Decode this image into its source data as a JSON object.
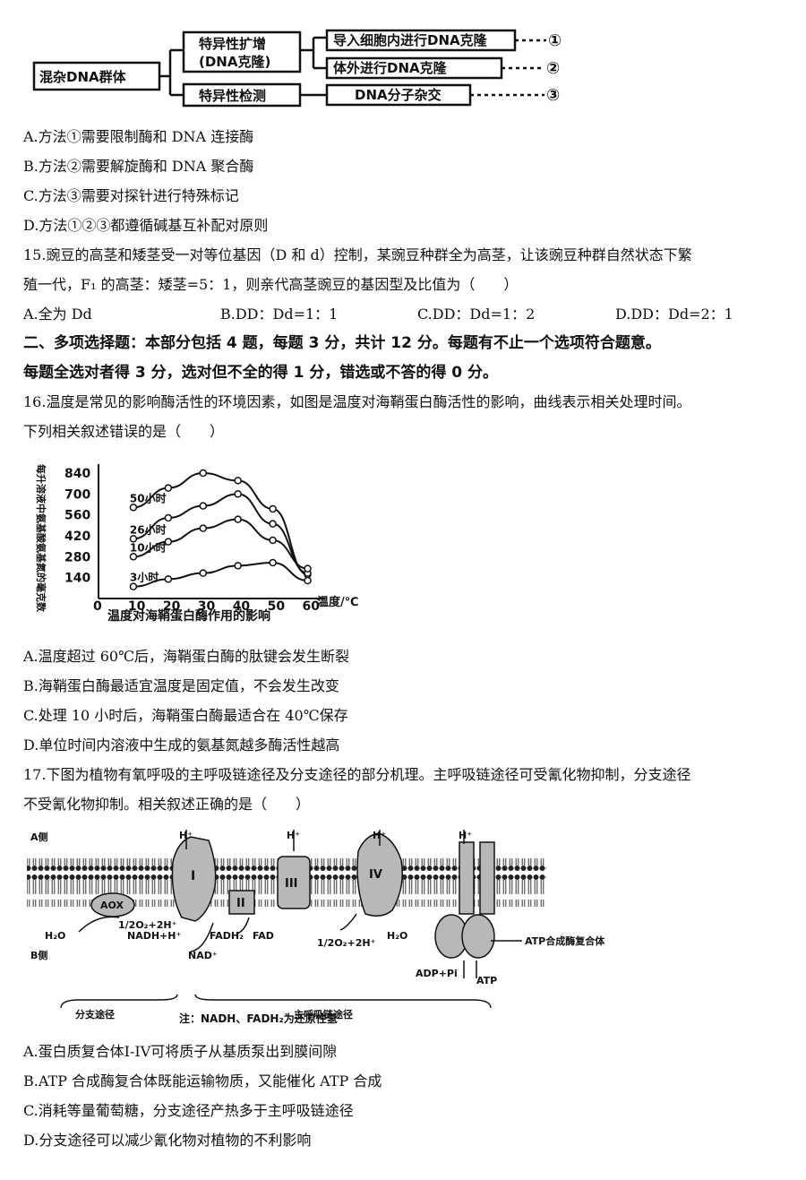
{
  "diagram_top": {
    "root": "混杂DNA群体",
    "branch1": "特异性扩增",
    "branch1_sub": "(DNA克隆)",
    "branch2": "特异性检测",
    "leaf1": "导入细胞内进行DNA克隆",
    "leaf2": "体外进行DNA克隆",
    "leaf3": "DNA分子杂交",
    "mark1": "①",
    "mark2": "②",
    "mark3": "③"
  },
  "q14_options": [
    "A.方法①需要限制酶和 DNA 连接酶",
    "B.方法②需要解旋酶和 DNA 聚合酶",
    "C.方法③需要对探针进行特殊标记",
    "D.方法①②③都遵循碱基互补配对原则"
  ],
  "q15": {
    "line1": "15.豌豆的高茎和矮茎受一对等位基因（D 和 d）控制，某豌豆种群全为高茎，让该豌豆种群自然状态下繁",
    "line2": "殖一代，F₁ 的高茎：矮茎=5：1，则亲代高茎豌豆的基因型及比值为（　　）",
    "opt_a": "A.全为 Dd",
    "opt_b": "B.DD：Dd=1：1",
    "opt_c": "C.DD：Dd=1：2",
    "opt_d": "D.DD：Dd=2：1"
  },
  "section2": {
    "line1": "二、多项选择题：本部分包括 4 题，每题 3 分，共计 12 分。每题有不止一个选项符合题意。",
    "line2": "每题全选对者得 3 分，选对但不全的得 1 分，错选或不答的得 0 分。"
  },
  "q16": {
    "line1": "16.温度是常见的影响酶活性的环境因素，如图是温度对海鞘蛋白酶活性的影响，曲线表示相关处理时间。",
    "line2": "下列相关叙述错误的是（　　）",
    "options": [
      "A.温度超过 60℃后，海鞘蛋白酶的肽键会发生断裂",
      "B.海鞘蛋白酶最适宜温度是固定值，不会发生改变",
      "C.处理 10 小时后，海鞘蛋白酶最适合在 40℃保存",
      "D.单位时间内溶液中生成的氨基氮越多酶活性越高"
    ]
  },
  "chart_data": {
    "type": "line",
    "title": "温度对海鞘蛋白酶作用的影响",
    "xlabel": "温度/℃",
    "ylabel": "每升溶液中氨基酸氨基氮的毫克数",
    "xticks": [
      "0",
      "10",
      "20",
      "30",
      "40",
      "50",
      "60"
    ],
    "yticks": [
      "140",
      "280",
      "420",
      "560",
      "700",
      "840"
    ],
    "xlim": [
      0,
      65
    ],
    "ylim": [
      0,
      900
    ],
    "series": [
      {
        "name": "50小时",
        "x": [
          10,
          20,
          30,
          40,
          50,
          60
        ],
        "y": [
          610,
          740,
          840,
          790,
          600,
          160
        ]
      },
      {
        "name": "26小时",
        "x": [
          10,
          20,
          30,
          40,
          50,
          60
        ],
        "y": [
          400,
          540,
          620,
          700,
          500,
          170
        ]
      },
      {
        "name": "10小时",
        "x": [
          10,
          20,
          30,
          40,
          50,
          60
        ],
        "y": [
          280,
          380,
          470,
          530,
          390,
          200
        ]
      },
      {
        "name": "3小时",
        "x": [
          10,
          20,
          30,
          40,
          50,
          60
        ],
        "y": [
          80,
          130,
          170,
          220,
          240,
          120
        ]
      }
    ]
  },
  "q17": {
    "line1": "17.下图为植物有氧呼吸的主呼吸链途径及分支途径的部分机理。主呼吸链途径可受氰化物抑制，分支途径",
    "line2": "不受氰化物抑制。相关叙述正确的是（　　）",
    "options": [
      "A.蛋白质复合体I-IV可将质子从基质泵出到膜间隙",
      "B.ATP 合成酶复合体既能运输物质，又能催化 ATP 合成",
      "C.消耗等量葡萄糖，分支途径产热多于主呼吸链途径",
      "D.分支途径可以减少氰化物对植物的不利影响"
    ]
  },
  "membrane": {
    "side_a": "A侧",
    "side_b": "B侧",
    "hplus": "H⁺",
    "c1": "I",
    "c2": "II",
    "c3": "III",
    "c4": "IV",
    "aox": "AOX",
    "h2o_left": "H₂O",
    "o2_left": "1/2O₂+2H⁺",
    "nadh": "NADH+H⁺",
    "nad": "NAD⁺",
    "fadh2": "FADH₂",
    "fad": "FAD",
    "o2_right": "1/2O₂+2H⁺",
    "h2o_right": "H₂O",
    "atp_synthase": "ATP合成酶复合体",
    "adp": "ADP+Pi",
    "atp": "ATP",
    "branch_path": "分支途径",
    "main_path": "主呼吸链途径",
    "note": "注：NADH、FADH₂为还原性氢"
  }
}
